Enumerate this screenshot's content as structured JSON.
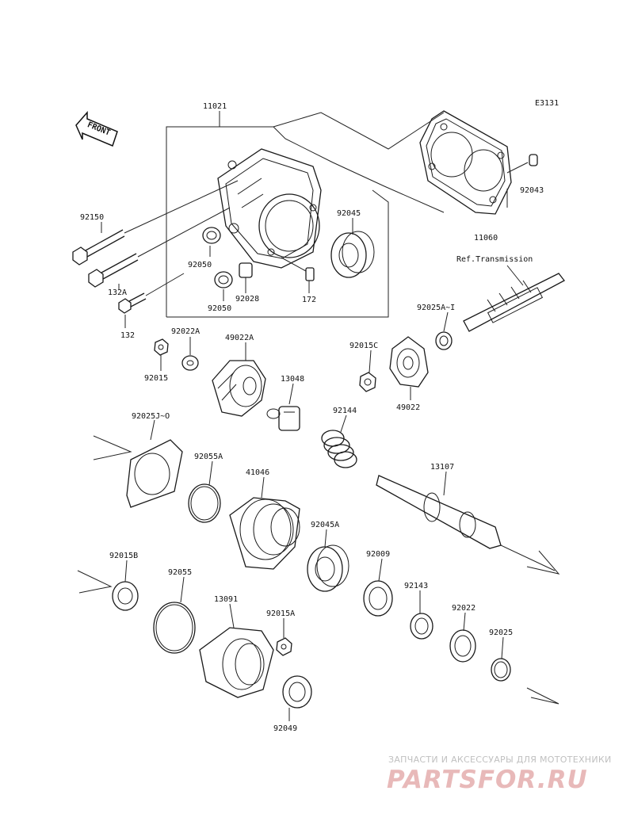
{
  "diagram_code": "E3131",
  "front_label": "FRONT",
  "ref_label": "Ref.Transmission",
  "parts": {
    "p11021": "11021",
    "p11060": "11060",
    "p92043": "92043",
    "p92150": "92150",
    "p92045": "92045",
    "p92050a": "92050",
    "p92050b": "92050",
    "p92028": "92028",
    "p172": "172",
    "p132A": "132A",
    "p132": "132",
    "p92022A": "92022A",
    "p49022A": "49022A",
    "p92015": "92015",
    "p92015C": "92015C",
    "p49022": "49022",
    "p92025A": "92025A~I",
    "p13048": "13048",
    "p92144": "92144",
    "p92025J": "92025J~O",
    "p92055A": "92055A",
    "p41046": "41046",
    "p13107": "13107",
    "p92045A": "92045A",
    "p92009": "92009",
    "p92143": "92143",
    "p92022": "92022",
    "p92025": "92025",
    "p92015B": "92015B",
    "p92055": "92055",
    "p13091": "13091",
    "p92015A": "92015A",
    "p92049": "92049"
  },
  "watermark": {
    "tagline": "ЗАПЧАСТИ И АКСЕССУАРЫ ДЛЯ МОТОТЕХНИКИ",
    "logo": "PARTSFOR.RU"
  }
}
